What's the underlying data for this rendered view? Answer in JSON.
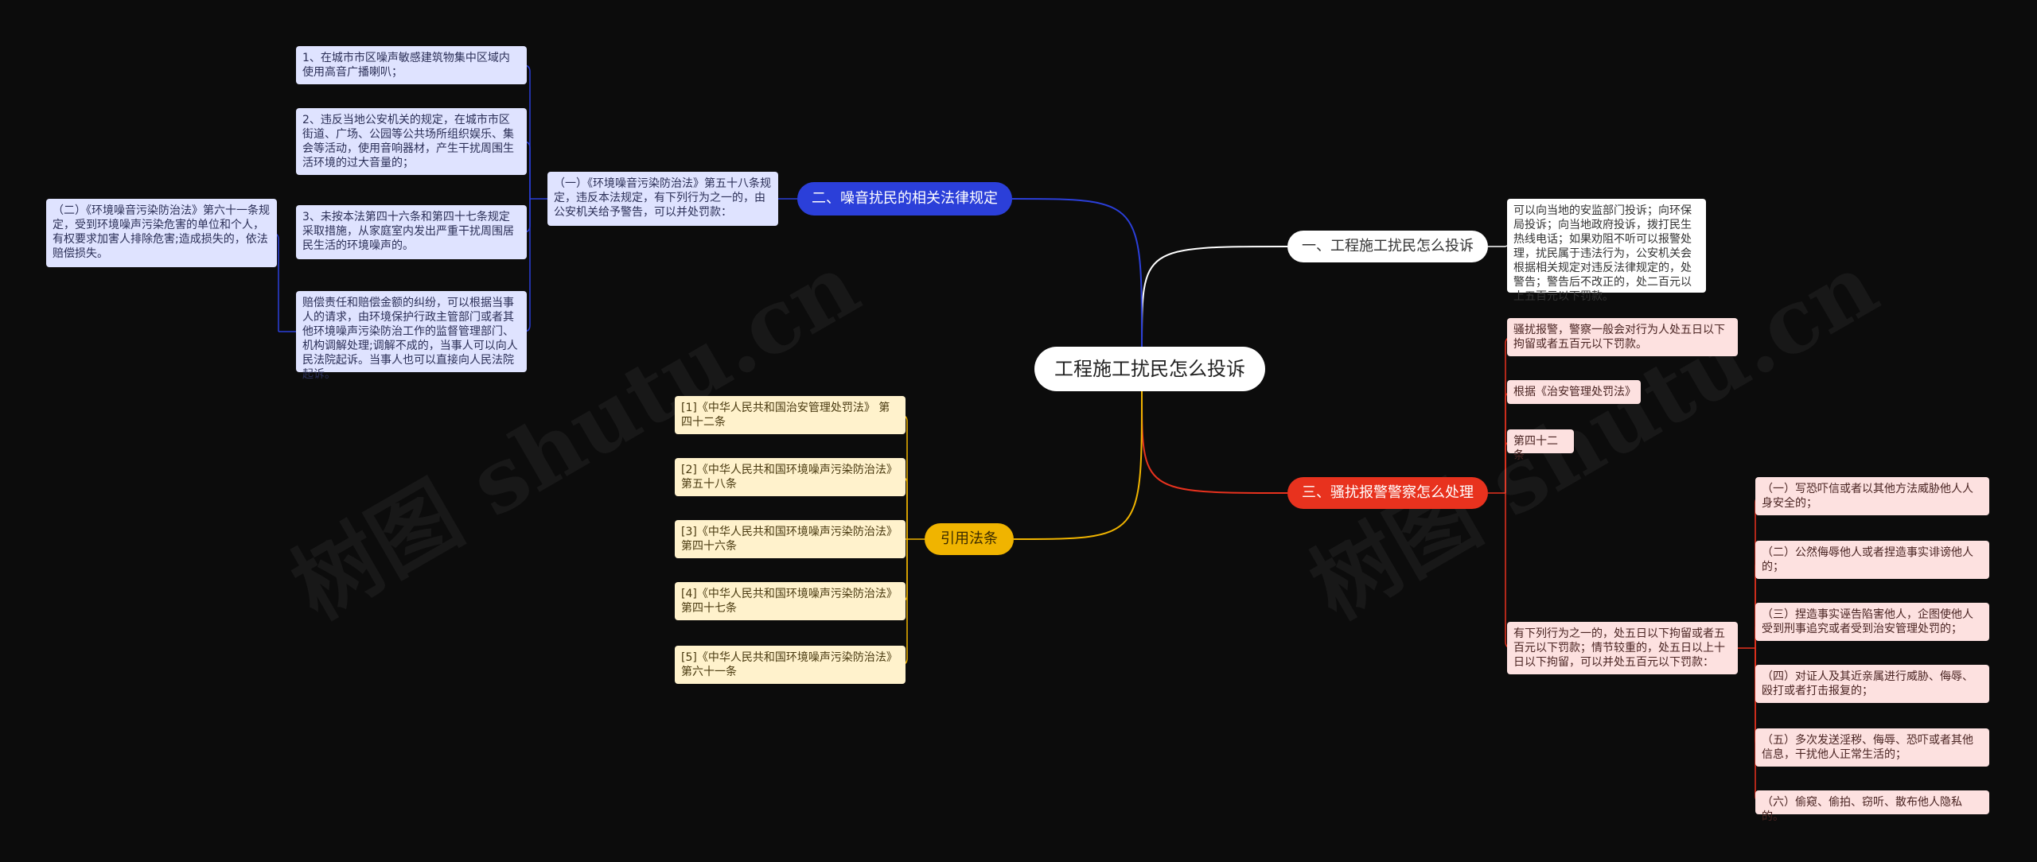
{
  "watermark": "树图 shutu.cn",
  "colors": {
    "blue": "#2b3fd9",
    "red": "#e8321e",
    "yellow": "#f0b400",
    "white": "#ffffff"
  },
  "root": {
    "label": "工程施工扰民怎么投诉"
  },
  "branches": {
    "complaint": {
      "label": "一、工程施工扰民怎么投诉",
      "items": [
        "可以向当地的安监部门投诉；向环保局投诉；向当地政府投诉，拨打民生热线电话；如果劝阻不听可以报警处理，扰民属于违法行为，公安机关会根据相关规定对违反法律规定的，处警告；警告后不改正的，处二百元以上五百元以下罚款。"
      ]
    },
    "noise_law": {
      "label": "二、噪音扰民的相关法律规定",
      "items": [
        "（一）《环境噪音污染防治法》第五十八条规定，违反本法规定，有下列行为之一的，由公安机关给予警告，可以并处罚款：",
        "（二）《环境噪音污染防治法》第六十一条规定，受到环境噪声污染危害的单位和个人，有权要求加害人排除危害;造成损失的，依法赔偿损失。"
      ],
      "sub_items": [
        "1、在城市市区噪声敏感建筑物集中区域内使用高音广播喇叭；",
        "2、违反当地公安机关的规定，在城市市区街道、广场、公园等公共场所组织娱乐、集会等活动，使用音响器材，产生干扰周围生活环境的过大音量的；",
        "3、未按本法第四十六条和第四十七条规定采取措施，从家庭室内发出严重干扰周围居民生活的环境噪声的。",
        "赔偿责任和赔偿金额的纠纷，可以根据当事人的请求，由环境保护行政主管部门或者其他环境噪声污染防治工作的监督管理部门、机构调解处理;调解不成的，当事人可以向人民法院起诉。当事人也可以直接向人民法院起诉。"
      ]
    },
    "harassment": {
      "label": "三、骚扰报警警察怎么处理",
      "items": [
        "骚扰报警，警察一般会对行为人处五日以下拘留或者五百元以下罚款。",
        "根据《治安管理处罚法》",
        "第四十二条",
        "有下列行为之一的，处五日以下拘留或者五百元以下罚款；情节较重的，处五日以上十日以下拘留，可以并处五百元以下罚款："
      ],
      "sub_items": [
        "（一）写恐吓信或者以其他方法威胁他人人身安全的；",
        "（二）公然侮辱他人或者捏造事实诽谤他人的；",
        "（三）捏造事实诬告陷害他人，企图使他人受到刑事追究或者受到治安管理处罚的；",
        "（四）对证人及其近亲属进行威胁、侮辱、殴打或者打击报复的；",
        "（五）多次发送淫秽、侮辱、恐吓或者其他信息，干扰他人正常生活的；",
        "（六）偷窥、偷拍、窃听、散布他人隐私的。"
      ]
    },
    "citations": {
      "label": "引用法条",
      "items": [
        "[1]《中华人民共和国治安管理处罚法》 第四十二条",
        "[2]《中华人民共和国环境噪声污染防治法》 第五十八条",
        "[3]《中华人民共和国环境噪声污染防治法》 第四十六条",
        "[4]《中华人民共和国环境噪声污染防治法》 第四十七条",
        "[5]《中华人民共和国环境噪声污染防治法》 第六十一条"
      ]
    }
  }
}
